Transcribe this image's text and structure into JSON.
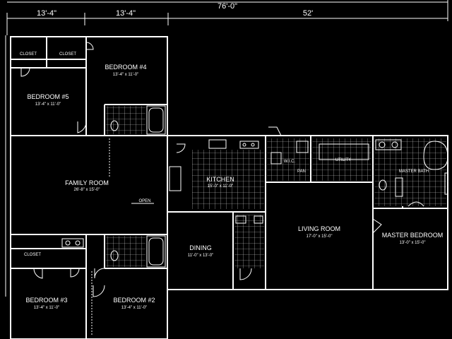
{
  "dimensions": {
    "overall": "76'-0\"",
    "left_a": "13'-4\"",
    "left_b": "13'-4\"",
    "right": "52'"
  },
  "rooms": {
    "bedroom4": {
      "name": "BEDROOM #4",
      "size": "13'-4\" x 11'-0\""
    },
    "bedroom5": {
      "name": "BEDROOM #5",
      "size": "13'-4\" x 11'-0\""
    },
    "family": {
      "name": "FAMILY ROOM",
      "size": "26'-8\" x 15'-0\""
    },
    "bedroom3": {
      "name": "BEDROOM #3",
      "size": "13'-4\" x 11'-0\""
    },
    "bedroom2": {
      "name": "BEDROOM #2",
      "size": "13'-4\" x 11'-0\""
    },
    "kitchen": {
      "name": "KITCHEN",
      "size": "15'-0\" x 11'-0\""
    },
    "dining": {
      "name": "DINING",
      "size": "11'-0\" x 13'-0\""
    },
    "living": {
      "name": "LIVING ROOM",
      "size": "17'-0\" x 15'-0\""
    },
    "master": {
      "name": "MASTER BEDROOM",
      "size": "13'-0\" x 15'-0\""
    },
    "master_bath": {
      "name": "MASTER BATH"
    },
    "utility": {
      "name": "UTILITY"
    }
  },
  "labels": {
    "closet_a": "CLOSET",
    "closet_b": "CLOSET",
    "closet_c": "CLOSET",
    "wic": "W.I.C.",
    "pantry": "PAN",
    "fireplace": "OPEN"
  }
}
